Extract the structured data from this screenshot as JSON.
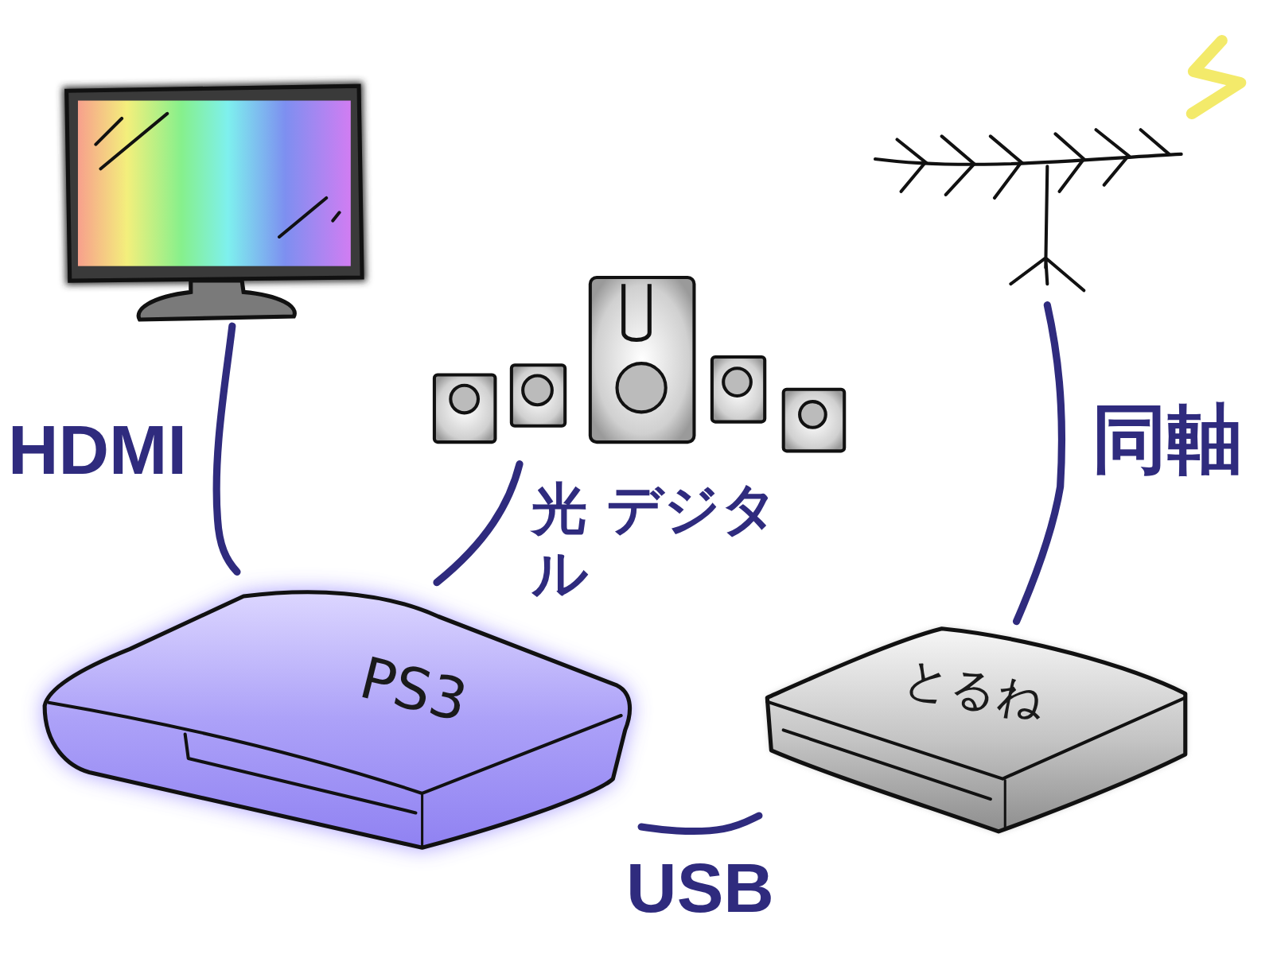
{
  "diagram": {
    "nodes": [
      {
        "text": [
          "PS3"
        ]
      },
      {
        "text": [
          "とるね"
        ]
      }
    ],
    "edges": [
      {
        "from": 0,
        "to": 1,
        "arrow": "none",
        "label": "USB"
      }
    ],
    "labels": [
      "HDMI",
      "光 デジタル",
      "同軸"
    ]
  }
}
